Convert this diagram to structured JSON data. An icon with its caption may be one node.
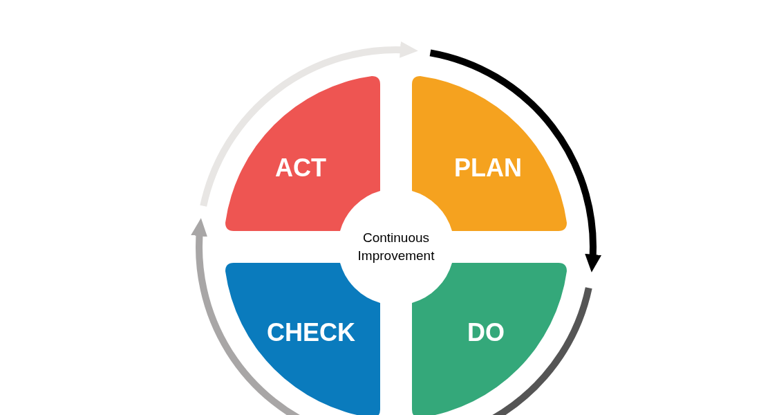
{
  "diagram": {
    "nodes": [
      {
        "text": [
          "ACT"
        ]
      },
      {
        "text": [
          "PLAN"
        ]
      },
      {
        "text": [
          "Continuous Improvement"
        ]
      },
      {
        "text": [
          "CHECK"
        ]
      },
      {
        "text": [
          "DO"
        ]
      }
    ]
  }
}
